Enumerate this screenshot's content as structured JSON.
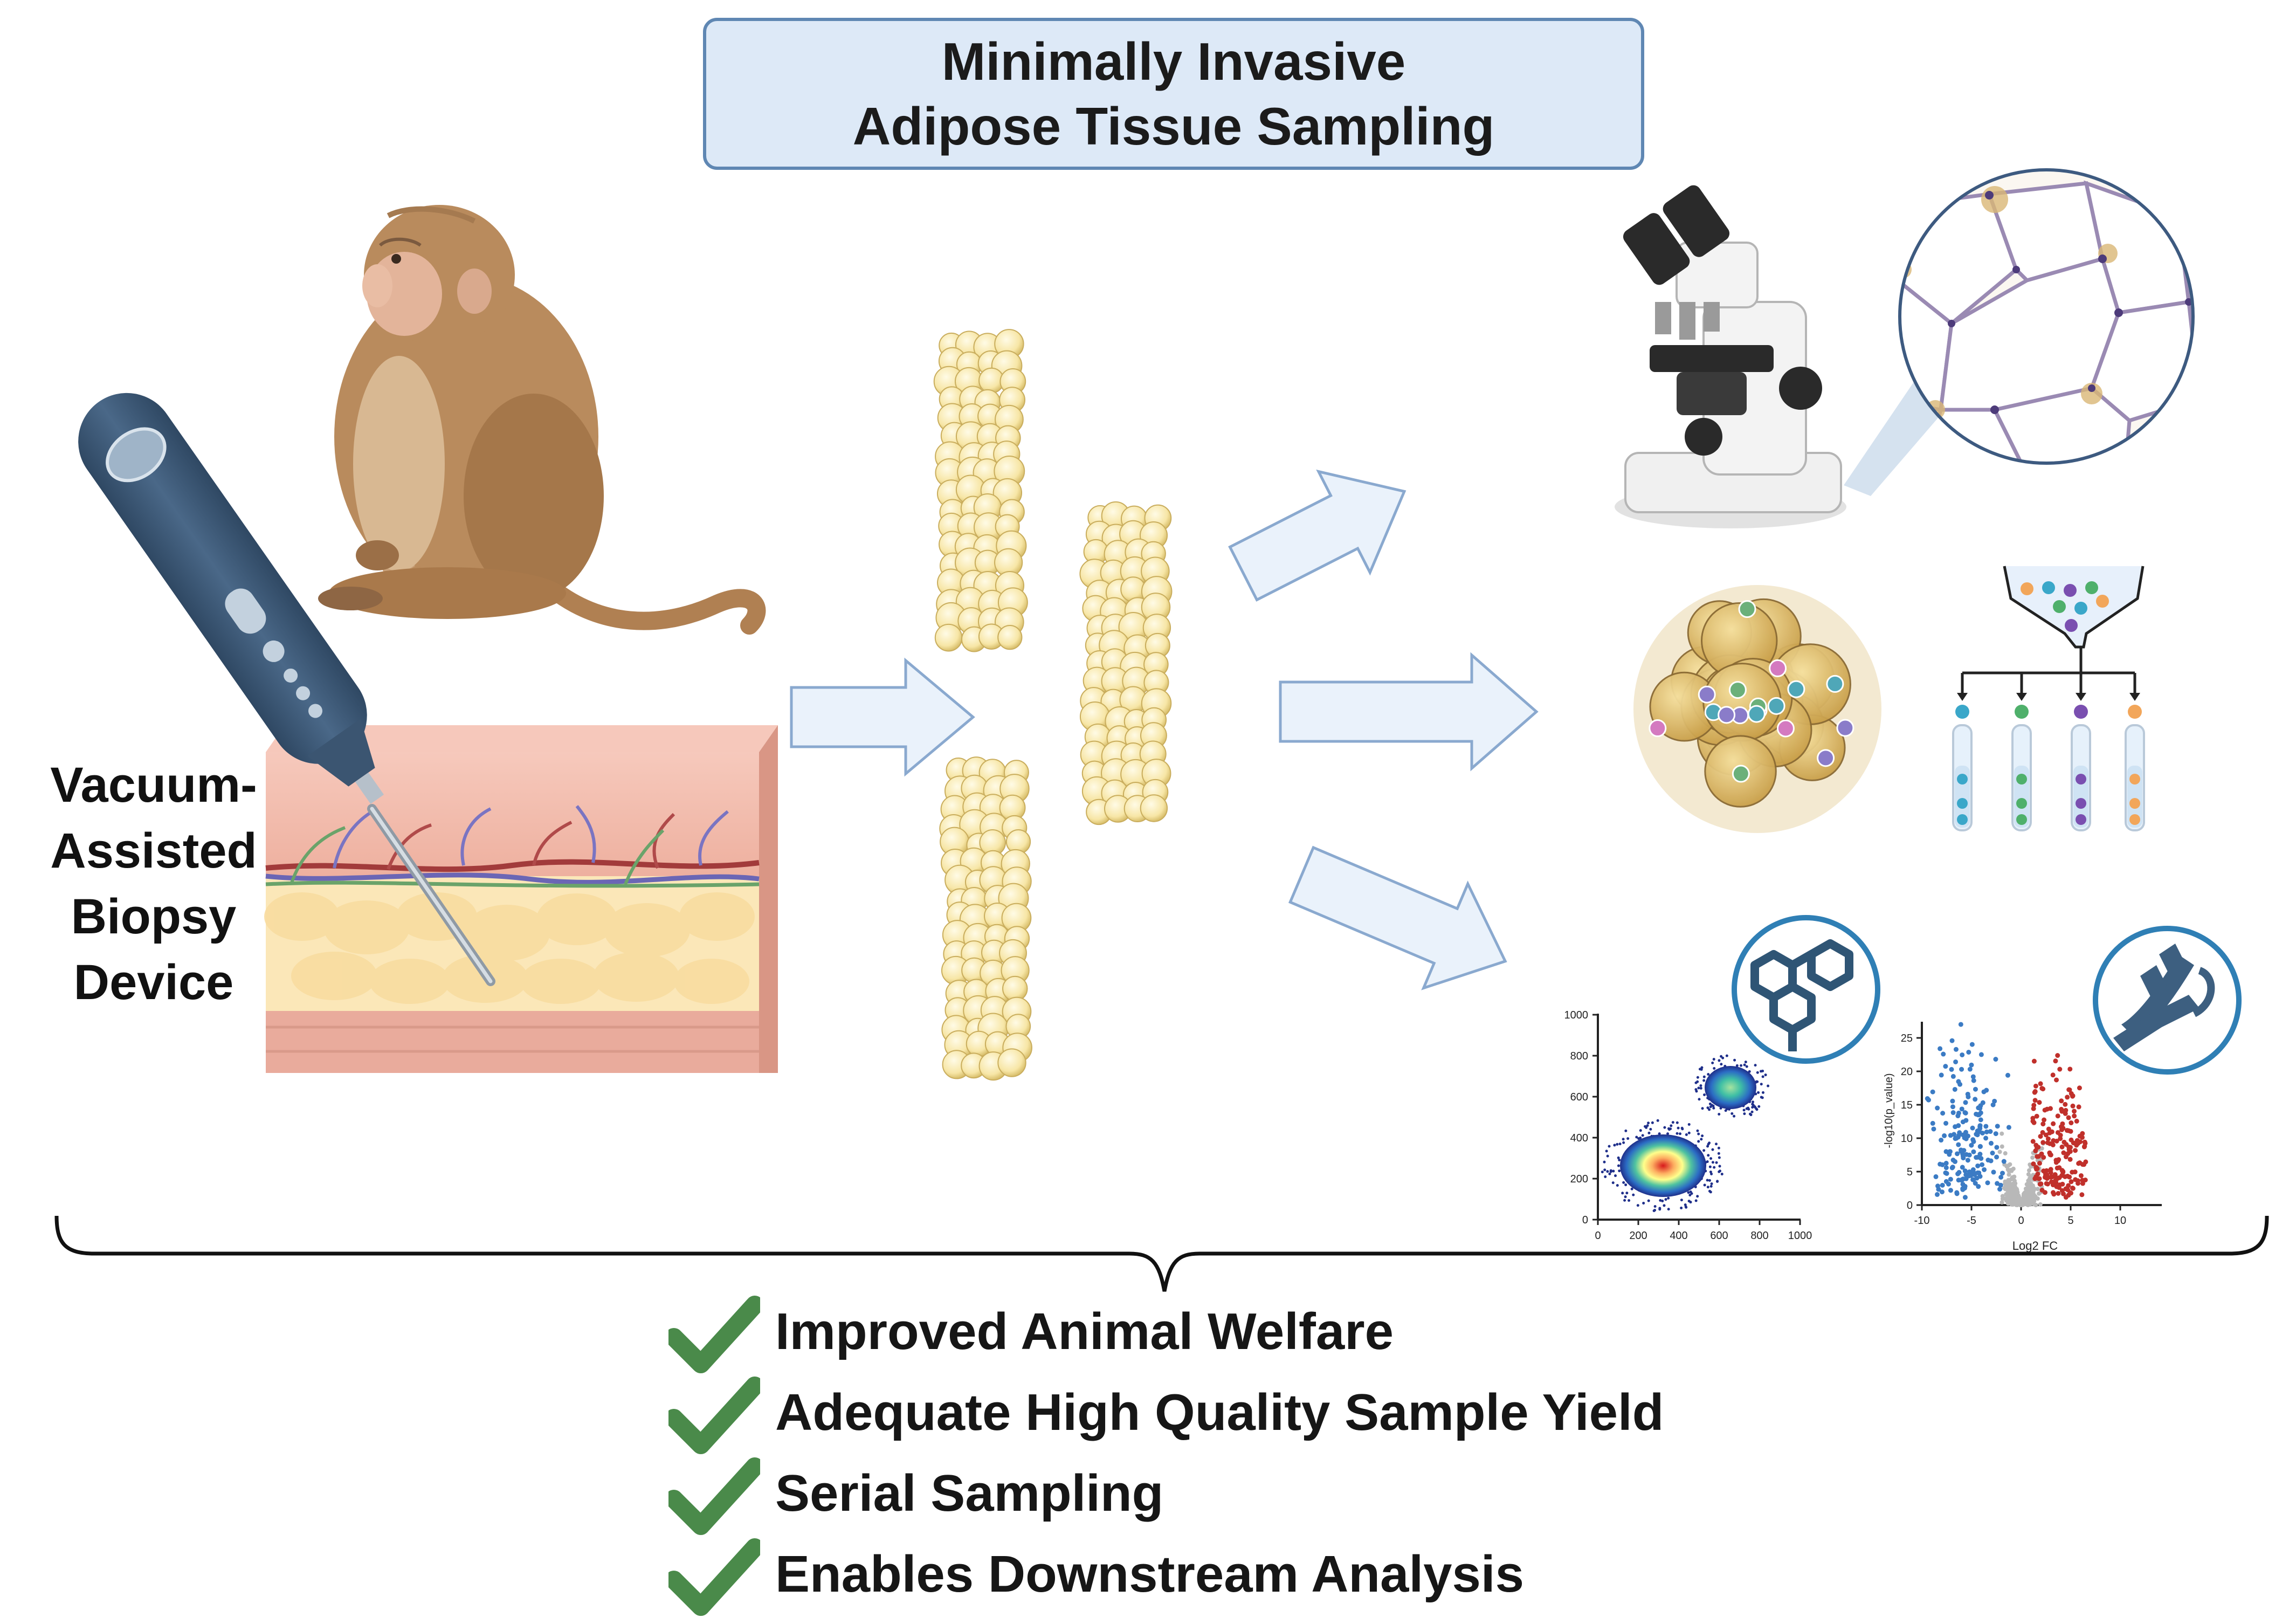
{
  "title": {
    "line1": "Minimally Invasive",
    "line2": "Adipose Tissue Sampling"
  },
  "device_label": {
    "line1": "Vacuum-",
    "line2": "Assisted",
    "line3": "Biopsy",
    "line4": "Device"
  },
  "benefits": [
    "Improved Animal Welfare",
    "Adequate High Quality Sample Yield",
    "Serial Sampling",
    "Enables Downstream Analysis"
  ],
  "flow_plot": {
    "x_ticks": [
      "0",
      "200",
      "400",
      "600",
      "800",
      "1000"
    ],
    "y_ticks": [
      "0",
      "200",
      "400",
      "600",
      "800",
      "1000"
    ]
  },
  "volcano_plot": {
    "x_ticks": [
      "-10",
      "-5",
      "0",
      "5",
      "10"
    ],
    "y_ticks": [
      "0",
      "5",
      "10",
      "15",
      "20",
      "25"
    ],
    "xlabel": "Log2 FC",
    "ylabel": "-log10(p_value)"
  },
  "colors": {
    "title_fill": "#dde9f7",
    "title_border": "#5f87b3",
    "arrow_fill": "#eaf2fb",
    "arrow_stroke": "#8aa9cf",
    "check_green": "#4a8a4a",
    "fat_yellow": "#f4e3a3",
    "device_blue": "#3b5571",
    "skin_pink": "#f0b7a6",
    "volcano_up": "#c0302b",
    "volcano_down": "#3b7bc4",
    "volcano_ns": "#b8b8b8"
  },
  "icons": [
    "monkey-illustration",
    "biopsy-device-icon",
    "microscope-icon",
    "molecule-icon",
    "dna-icon",
    "check-icon"
  ]
}
